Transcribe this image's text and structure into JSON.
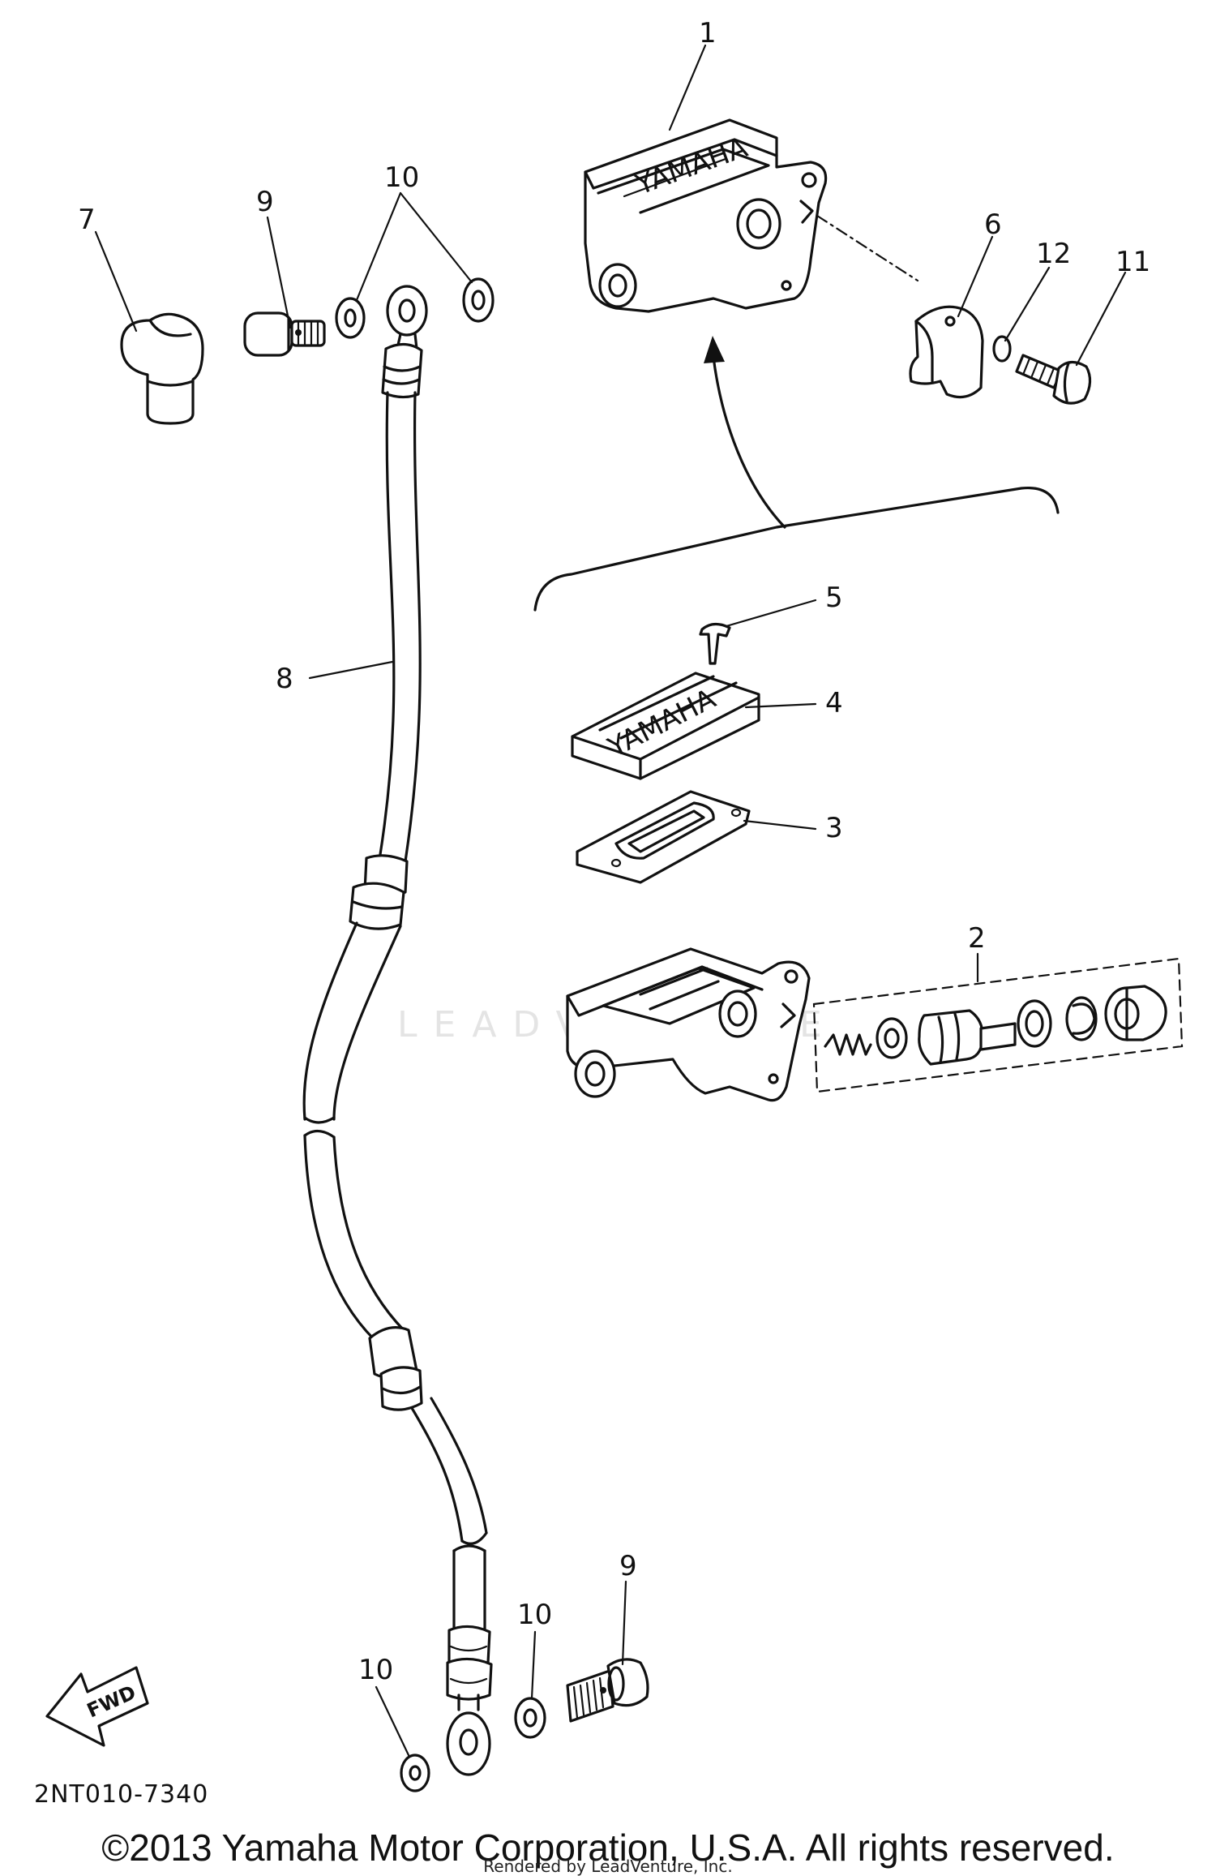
{
  "callouts": {
    "c1": "1",
    "c2": "2",
    "c3": "3",
    "c4": "4",
    "c5": "5",
    "c6": "6",
    "c7": "7",
    "c8": "8",
    "c9a": "9",
    "c9b": "9",
    "c10a": "10",
    "c10b": "10",
    "c10c": "10",
    "c11": "11",
    "c12": "12"
  },
  "fwd_label": "FWD",
  "diagram_code": "2NT010-7340",
  "copyright": "©2013 Yamaha Motor Corporation, U.S.A. All rights reserved.",
  "rendered_by": "Rendered by LeadVenture, Inc.",
  "watermark": "LEADVENTURE",
  "cover_text": "YAMAHA"
}
